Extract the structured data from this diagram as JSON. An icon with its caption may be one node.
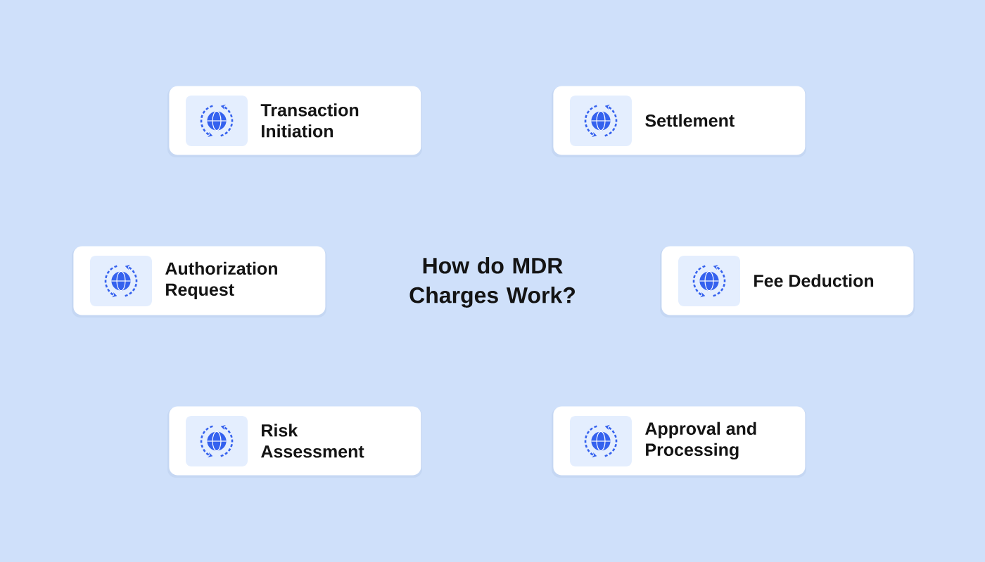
{
  "diagram": {
    "title": "How do MDR Charges Work?",
    "nodes": [
      {
        "text": [
          "Transaction Initiation"
        ]
      },
      {
        "text": [
          "Settlement"
        ]
      },
      {
        "text": [
          "Authorization Request"
        ]
      },
      {
        "text": [
          "Fee Deduction"
        ]
      },
      {
        "text": [
          "Risk Assessment"
        ]
      },
      {
        "text": [
          "Approval and Processing"
        ]
      }
    ]
  }
}
